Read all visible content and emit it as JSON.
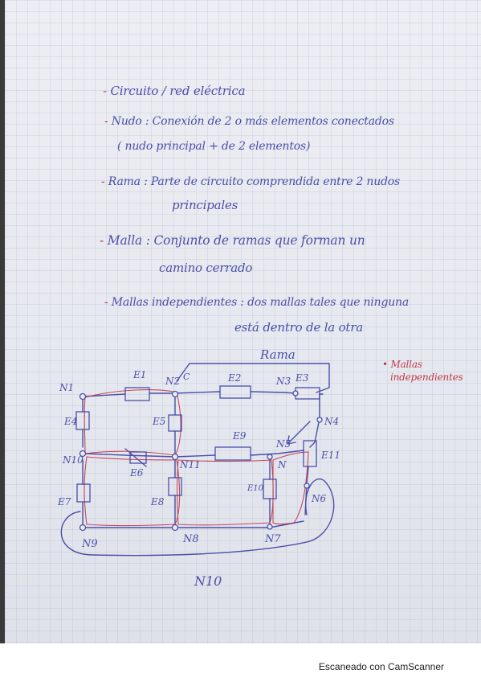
{
  "notes": [
    {
      "bullet": "-",
      "text": "Circuito / red eléctrica"
    },
    {
      "bullet": "-",
      "text": "Nudo : Conexión de 2 o más elementos conectados"
    },
    {
      "bullet": "",
      "text": "( nudo principal + de 2 elementos)"
    },
    {
      "bullet": "-",
      "text": "Rama : Parte de circuito comprendida entre 2 nudos"
    },
    {
      "bullet": "",
      "text": "principales"
    },
    {
      "bullet": "-",
      "text": "Malla : Conjunto de ramas que forman un"
    },
    {
      "bullet": "",
      "text": "camino cerrado"
    },
    {
      "bullet": "-",
      "text": "Mallas independientes : dos mallas tales que ninguna"
    },
    {
      "bullet": "",
      "text": "está dentro de la otra"
    }
  ],
  "side_note": {
    "line1": "Mallas",
    "line2": "independientes"
  },
  "diagram": {
    "rama_label": "Rama",
    "nodes": {
      "n1": "N1",
      "n2": "N2",
      "n3": "N3",
      "n4": "N4",
      "n5": "N5",
      "n6": "N6",
      "n7": "N7",
      "n8": "N8",
      "n9": "N9",
      "n10": "N10",
      "n11": "N11",
      "n": "N"
    },
    "elements": {
      "e1": "E1",
      "e2": "E2",
      "e3": "E3",
      "e4": "E4",
      "e5": "E5",
      "e6": "E6",
      "e7": "E7",
      "e8": "E8",
      "e9": "E9",
      "e10": "E10",
      "e11": "E11"
    },
    "n10_bottom": "N10",
    "c_mark": "C"
  },
  "footer": "Escaneado con CamScanner",
  "colors": {
    "ink_blue": "#4a4fa8",
    "ink_red": "#c0394d"
  }
}
